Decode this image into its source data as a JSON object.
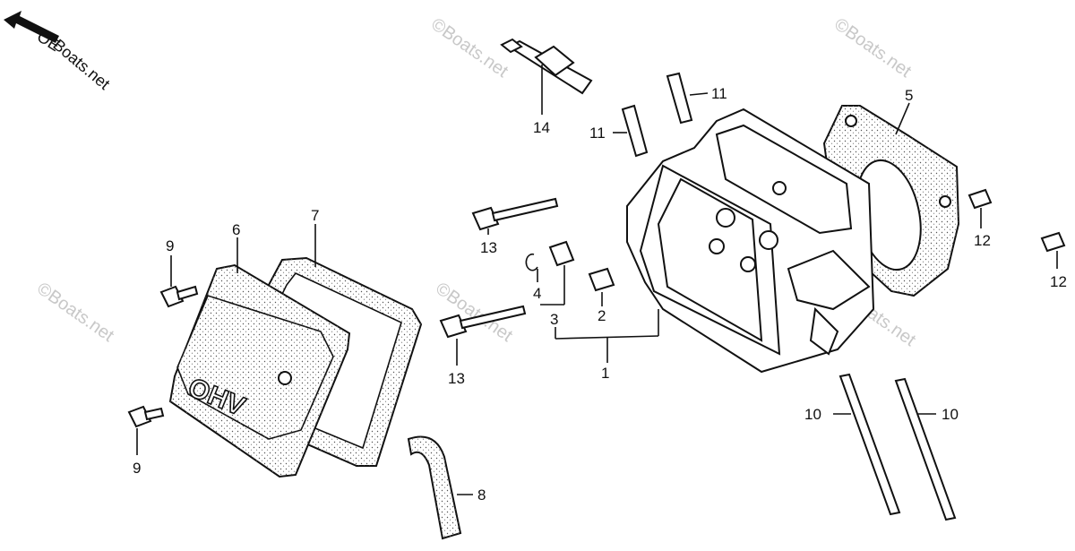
{
  "watermarks": [
    "©Boats.net",
    "©Boats.net",
    "©Boats.net",
    "©Boats.net",
    "©Boats.net"
  ],
  "corner_badge": {
    "brand": "Boats.net",
    "overlap_text": "OE"
  },
  "valve_cover_emboss": "OHV",
  "callouts": [
    {
      "id": "1",
      "text": "1"
    },
    {
      "id": "2",
      "text": "2"
    },
    {
      "id": "3",
      "text": "3"
    },
    {
      "id": "4",
      "text": "4"
    },
    {
      "id": "5",
      "text": "5"
    },
    {
      "id": "6",
      "text": "6"
    },
    {
      "id": "7",
      "text": "7"
    },
    {
      "id": "8",
      "text": "8"
    },
    {
      "id": "9a",
      "text": "9"
    },
    {
      "id": "9b",
      "text": "9"
    },
    {
      "id": "10a",
      "text": "10"
    },
    {
      "id": "10b",
      "text": "10"
    },
    {
      "id": "11a",
      "text": "11"
    },
    {
      "id": "11b",
      "text": "11"
    },
    {
      "id": "12a",
      "text": "12"
    },
    {
      "id": "12b",
      "text": "12"
    },
    {
      "id": "13a",
      "text": "13"
    },
    {
      "id": "13b",
      "text": "13"
    },
    {
      "id": "14",
      "text": "14"
    }
  ]
}
